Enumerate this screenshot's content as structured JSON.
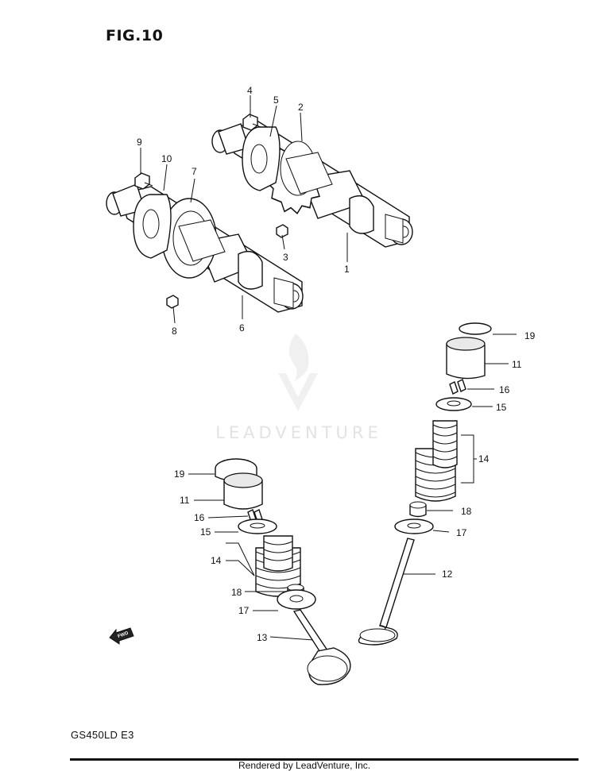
{
  "figure": {
    "title": "FIG.10",
    "model_code": "GS450LD  E3",
    "footer": "Rendered by LeadVenture, Inc.",
    "watermark": "LEADVENTURE"
  },
  "callouts": [
    {
      "id": "1",
      "label": "1"
    },
    {
      "id": "2",
      "label": "2"
    },
    {
      "id": "3",
      "label": "3"
    },
    {
      "id": "4",
      "label": "4"
    },
    {
      "id": "5",
      "label": "5"
    },
    {
      "id": "6",
      "label": "6"
    },
    {
      "id": "7",
      "label": "7"
    },
    {
      "id": "8",
      "label": "8"
    },
    {
      "id": "9",
      "label": "9"
    },
    {
      "id": "10",
      "label": "10"
    },
    {
      "id": "19a",
      "label": "19"
    },
    {
      "id": "11a",
      "label": "11"
    },
    {
      "id": "16a",
      "label": "16"
    },
    {
      "id": "15a",
      "label": "15"
    },
    {
      "id": "14a",
      "label": "14"
    },
    {
      "id": "18a",
      "label": "18"
    },
    {
      "id": "17a",
      "label": "17"
    },
    {
      "id": "12",
      "label": "12"
    },
    {
      "id": "19b",
      "label": "19"
    },
    {
      "id": "11b",
      "label": "11"
    },
    {
      "id": "16b",
      "label": "16"
    },
    {
      "id": "15b",
      "label": "15"
    },
    {
      "id": "14b",
      "label": "14"
    },
    {
      "id": "18b",
      "label": "18"
    },
    {
      "id": "17b",
      "label": "17"
    },
    {
      "id": "13",
      "label": "13"
    }
  ],
  "arrow": {
    "label": "FWD"
  },
  "colors": {
    "line": "#111111",
    "watermark": "#e3e3e3"
  }
}
